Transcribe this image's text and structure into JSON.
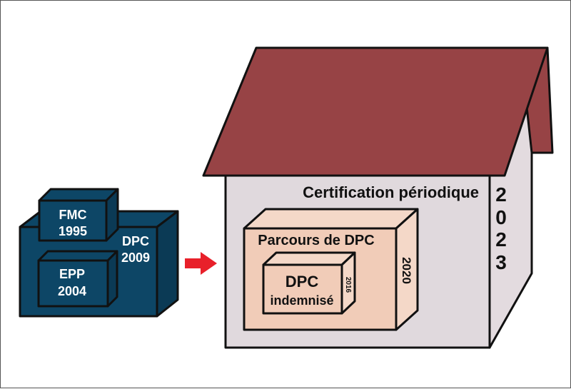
{
  "colors": {
    "navy": "#0d4666",
    "navy_side": "#0b3a55",
    "roof": "#974345",
    "wall": "#e0d9dd",
    "wall_side": "#e3dbdf",
    "peach": "#f1ccb8",
    "peach_side": "#f4d8c8",
    "arrow": "#e8202a",
    "outline": "#111111"
  },
  "boxes": {
    "fmc": {
      "name": "FMC",
      "year": "1995"
    },
    "epp": {
      "name": "EPP",
      "year": "2004"
    },
    "dpc": {
      "name": "DPC",
      "year": "2009"
    }
  },
  "house": {
    "title": "Certification périodique",
    "year_digits": [
      "2",
      "0",
      "2",
      "3"
    ],
    "parcours": {
      "label": "Parcours de DPC",
      "year": "2020"
    },
    "indemnise": {
      "line1": "DPC",
      "line2": "indemnisé",
      "year": "2016"
    }
  }
}
